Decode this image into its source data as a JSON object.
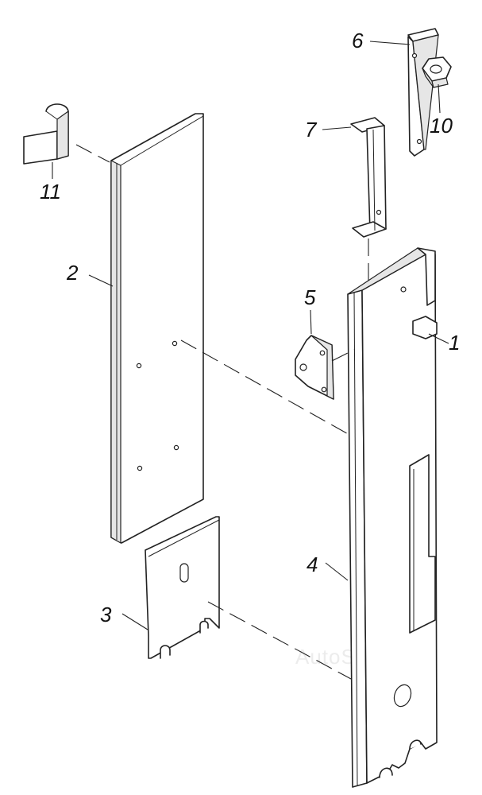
{
  "callouts": {
    "c1": "1",
    "c2": "2",
    "c3": "3",
    "c4": "4",
    "c5": "5",
    "c6": "6",
    "c7": "7",
    "c10": "10",
    "c11": "11"
  },
  "watermark": "AutoSoft"
}
